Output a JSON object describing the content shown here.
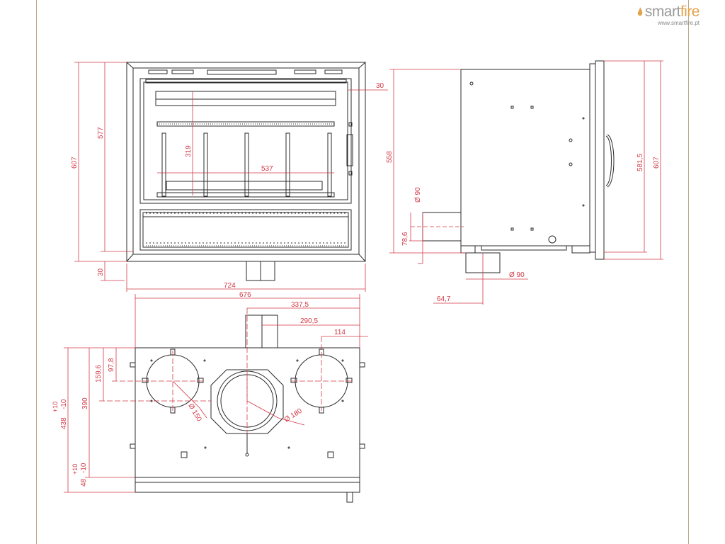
{
  "brand": {
    "name_a": "smart",
    "name_b": "fire",
    "url": "www.smartfire.pt"
  },
  "colors": {
    "dimension": "#d23a48",
    "outline": "#2b2b2b",
    "frame": "#b9a58a"
  },
  "front_view": {
    "width_outer": "724",
    "width_inner": "676",
    "height_outer": "607",
    "height_inner": "577",
    "base": "30",
    "frame_offset": "30",
    "glass_width": "537",
    "glass_height": "319"
  },
  "side_view": {
    "depth": "558",
    "height_a": "581,5",
    "height_b": "607",
    "inlet_diameter": "Ø 90",
    "inlet_height": "78,6",
    "bottom_inlet_diameter": "Ø 90",
    "bottom_offset": "64,7"
  },
  "top_view": {
    "dim_337": "337,5",
    "dim_290": "290,5",
    "dim_114": "114",
    "dim_159": "159,6",
    "dim_97": "97,8",
    "dim_390": "390",
    "dim_438": "438",
    "tol_plus": "+10",
    "tol_minus": "-10",
    "dim_48": "48",
    "tol_plus_b": "+10",
    "tol_minus_b": "-10",
    "dia_150": "Ø 150",
    "dia_180": "Ø 180"
  }
}
